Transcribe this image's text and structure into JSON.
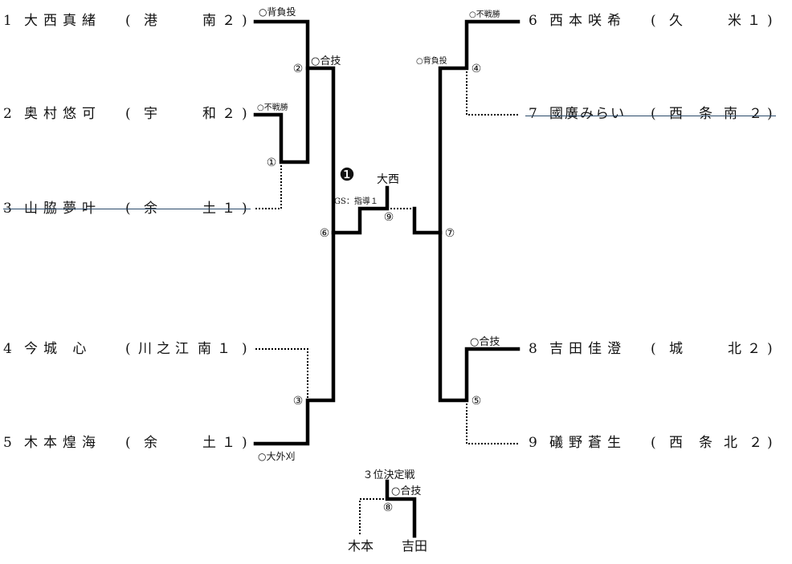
{
  "left_entries": [
    {
      "seed": "1",
      "name": "大西真緒",
      "open": "(",
      "team": "港",
      "grade": "南２",
      "close": ")"
    },
    {
      "seed": "2",
      "name": "奥村悠可",
      "open": "(",
      "team": "宇",
      "grade": "和２",
      "close": ")"
    },
    {
      "seed": "3",
      "name": "山脇夢叶",
      "open": "(",
      "team": "余",
      "grade": "土１",
      "close": ")"
    },
    {
      "seed": "4",
      "name": "今城 心",
      "open": "(",
      "team": "川之江",
      "grade": "南１",
      "close": ")"
    },
    {
      "seed": "5",
      "name": "木本煌海",
      "open": "(",
      "team": "余",
      "grade": "土１",
      "close": ")"
    }
  ],
  "right_entries": [
    {
      "seed": "6",
      "name": "西本咲希",
      "open": "(",
      "team": "久",
      "grade": "米１",
      "close": ")"
    },
    {
      "seed": "7",
      "name": "國廣みらい",
      "open": "(",
      "team": "西",
      "grade": "条南２",
      "close": ")"
    },
    {
      "seed": "8",
      "name": "吉田佳澄",
      "open": "(",
      "team": "城",
      "grade": "北２",
      "close": ")"
    },
    {
      "seed": "9",
      "name": "礒野蒼生",
      "open": "(",
      "team": "西",
      "grade": "条北２",
      "close": ")"
    }
  ],
  "match_numbers": [
    "①",
    "②",
    "③",
    "④",
    "⑤",
    "⑥",
    "⑦",
    "⑧",
    "⑨"
  ],
  "results": {
    "m1": "○不戦勝",
    "m2": "○背負投",
    "m2b": "○合技",
    "m3": "○大外刈",
    "m4": "○不戦勝",
    "m4b": "○背負投",
    "m5": "○合技",
    "final_gs": "GS：指導１",
    "m8": "○合技"
  },
  "champion_mark": "❶",
  "champion_name": "大西",
  "third_place": {
    "title": "３位決定戦",
    "left": "木本",
    "right": "吉田"
  },
  "colors": {
    "line": "#000000",
    "strike": "#2b4b6b"
  }
}
